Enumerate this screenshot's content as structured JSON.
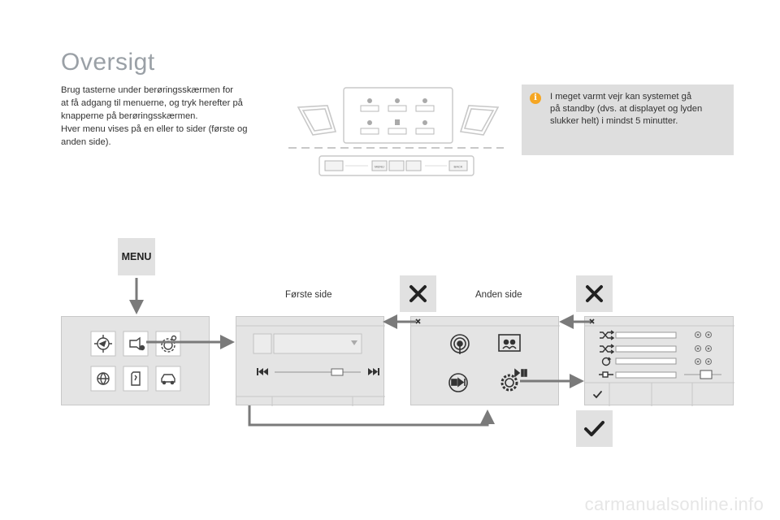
{
  "page": {
    "title": "Oversigt",
    "intro_lines": [
      "Brug tasterne under berøringsskærmen for",
      "at få adgang til menuerne, og tryk herefter på",
      "knapperne på berøringsskærmen.",
      "Hver menu vises på en eller to sider (første og",
      "anden side)."
    ],
    "note": {
      "icon": "info-icon",
      "icon_glyph": "i",
      "lines": [
        "I meget varmt vejr kan systemet gå",
        "på standby (dvs. at displayet og lyden",
        "slukker helt) i mindst 5 minutter."
      ]
    },
    "menu_key_label": "MENU",
    "first_page_label": "Første side",
    "second_page_label": "Anden side",
    "console": {
      "buttons": [
        "MENU",
        "BACK"
      ]
    },
    "footer_url": "carmanualsonline.info"
  },
  "colors": {
    "background": "#ffffff",
    "title": "#9aa0a6",
    "note_background": "#dedede",
    "info_icon": "#f5a623",
    "panel": "#e4e4e4",
    "arrow": "#7a7a7a",
    "watermark": "#e6e6e6"
  }
}
